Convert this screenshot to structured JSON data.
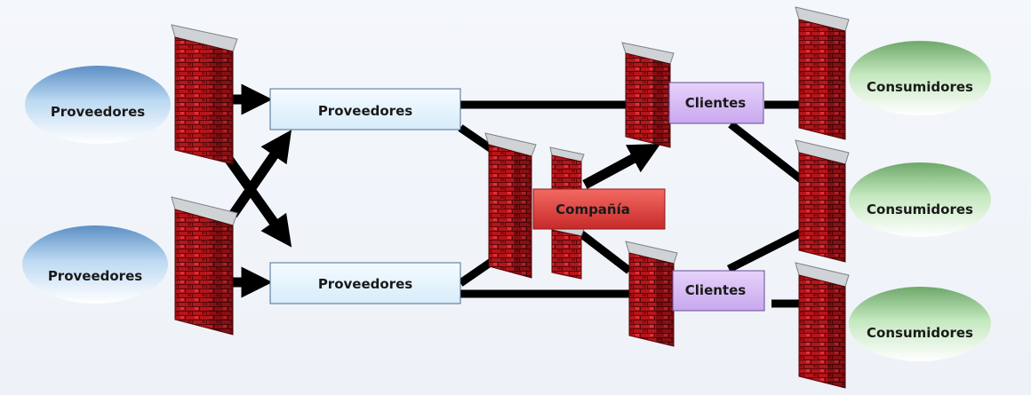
{
  "diagram": {
    "suppliers_left": [
      "Proveedores",
      "Proveedores"
    ],
    "suppliers_boxes": [
      "Proveedores",
      "Proveedores"
    ],
    "company": "Compañía",
    "clients": [
      "Clientes",
      "Clientes"
    ],
    "consumers": [
      "Consumidores",
      "Consumidores",
      "Consumidores"
    ],
    "colors": {
      "supplier_ellipse": "#9fc6e8",
      "supplier_box": "#e4f1fb",
      "company_box": "#e34a4a",
      "client_box": "#d4b8f2",
      "consumer_ellipse": "#a8d8a0",
      "firewall_brick": "#b3161b",
      "connector": "#000000"
    },
    "icons": [
      "firewall-icon"
    ]
  }
}
